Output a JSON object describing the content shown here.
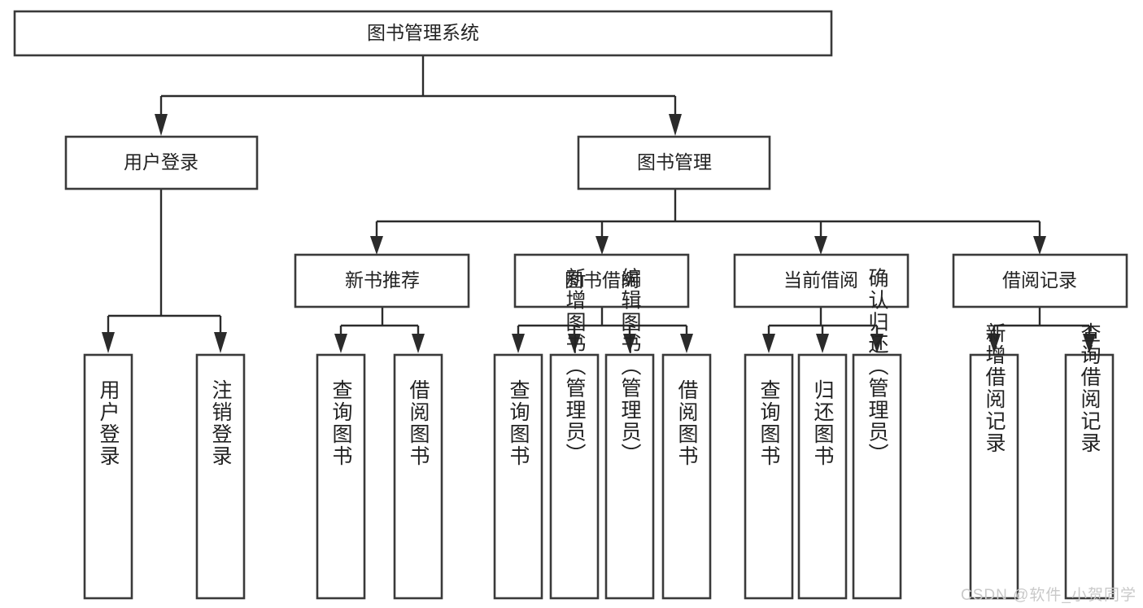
{
  "diagram": {
    "type": "tree-hierarchy-chart",
    "title": "图书管理系统",
    "watermark": "CSDN @软件_小贺同学",
    "colors": {
      "box_stroke": "#3a3a3a",
      "connector": "#2b2b2b",
      "text": "#222222",
      "background": "#ffffff",
      "watermark": "#c9c9c9"
    },
    "levels": {
      "root": {
        "label": "图书管理系统"
      },
      "level2": [
        {
          "label": "用户登录"
        },
        {
          "label": "图书管理"
        }
      ],
      "level3": [
        {
          "label": "新书推荐"
        },
        {
          "label": "图书借阅"
        },
        {
          "label": "当前借阅"
        },
        {
          "label": "借阅记录"
        }
      ],
      "leaves": {
        "user_login": [
          {
            "label": "用户登录"
          },
          {
            "label": "注销登录"
          }
        ],
        "new_book_recommend": [
          {
            "label": "查询图书"
          },
          {
            "label": "借阅图书"
          }
        ],
        "book_borrow": [
          {
            "label": "查询图书"
          },
          {
            "label": "新增图书（管理员）"
          },
          {
            "label": "编辑图书（管理员）"
          },
          {
            "label": "借阅图书"
          }
        ],
        "current_borrow": [
          {
            "label": "查询图书"
          },
          {
            "label": "归还图书"
          },
          {
            "label": "确认归还（管理员）"
          }
        ],
        "borrow_record": [
          {
            "label": "新增借阅记录"
          },
          {
            "label": "查询借阅记录"
          }
        ]
      }
    }
  }
}
